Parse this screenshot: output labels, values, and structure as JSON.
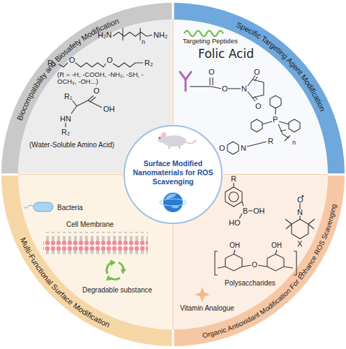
{
  "diagram": {
    "nodes": [
      {
        "text": [
          "Surface Modified Nanomaterials for ROS Scavenging"
        ]
      }
    ],
    "labels": [
      "Biocompatibility and Biosafety Modification",
      "Specific Targeting Agent Modification",
      "Organic Antioxidant Modification For Enhance ROS Scavenging",
      "Multi-Functional Surface Modification",
      "H₂N",
      "NH₂",
      "n",
      "R₁",
      "O",
      "O",
      "R₂",
      "(R = -H, -COOH, -NH₂, -SH, -OCH₃, -OH...)",
      "R₁",
      "O",
      "OH",
      "HN",
      "R₂",
      "(Water-Soluble Amino Acid)",
      "Targeting Peptides",
      "Folic Acid",
      "O",
      "O",
      "N",
      "O",
      "O",
      "P",
      "n",
      "O",
      "N",
      "R",
      "Bacteria",
      "Cell Membrane",
      "Degradable substance",
      "R",
      "B",
      "OH",
      "HO",
      "O",
      "N",
      "X",
      "OH",
      "O",
      "OH",
      "n",
      "Polysaccharides",
      "Vitamin Analogue"
    ]
  }
}
